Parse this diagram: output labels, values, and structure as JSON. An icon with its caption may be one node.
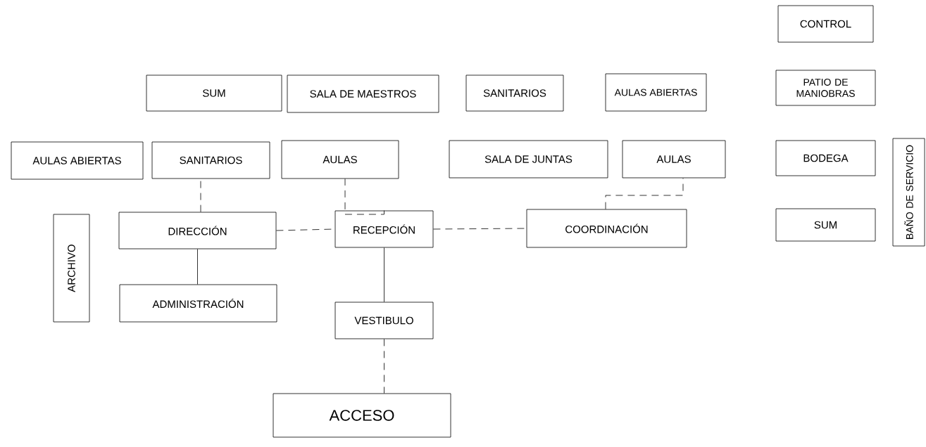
{
  "diagram": {
    "nodes": [
      {
        "text": [
          "CONTROL"
        ]
      },
      {
        "text": [
          "SUM"
        ]
      },
      {
        "text": [
          "SALA DE MAESTROS"
        ]
      },
      {
        "text": [
          "SANITARIOS"
        ]
      },
      {
        "text": [
          "AULAS ABIERTAS"
        ]
      },
      {
        "text": [
          "PATIO DE MANIOBRAS"
        ]
      },
      {
        "text": [
          "AULAS ABIERTAS"
        ]
      },
      {
        "text": [
          "SANITARIOS"
        ]
      },
      {
        "text": [
          "AULAS"
        ]
      },
      {
        "text": [
          "SALA DE JUNTAS"
        ]
      },
      {
        "text": [
          "AULAS"
        ]
      },
      {
        "text": [
          "BODEGA"
        ]
      },
      {
        "text": [
          "BAÑO DE SERVICIO"
        ]
      },
      {
        "text": [
          "ARCHIVO"
        ]
      },
      {
        "text": [
          "DIRECCIÓN"
        ]
      },
      {
        "text": [
          "RECEPCIÓN"
        ]
      },
      {
        "text": [
          "COORDINACIÓN"
        ]
      },
      {
        "text": [
          "SUM"
        ]
      },
      {
        "text": [
          "ADMINISTRACIÓN"
        ]
      },
      {
        "text": [
          "VESTIBULO"
        ]
      },
      {
        "text": [
          "ACCESO"
        ]
      }
    ],
    "edges": [
      {
        "from": 14,
        "to": 15,
        "arrow": "none",
        "style": "dashed"
      },
      {
        "from": 15,
        "to": 16,
        "arrow": "none",
        "style": "dashed"
      },
      {
        "from": 14,
        "to": 18,
        "arrow": "none"
      },
      {
        "from": 15,
        "to": 19,
        "arrow": "none"
      },
      {
        "from": 19,
        "to": 20,
        "arrow": "none",
        "style": "dashed"
      },
      {
        "from": 8,
        "to": 15,
        "arrow": "none",
        "style": "dashed"
      },
      {
        "from": 10,
        "to": 16,
        "arrow": "none",
        "style": "dashed"
      },
      {
        "from": 7,
        "to": 14,
        "arrow": "none",
        "style": "dashed"
      }
    ]
  }
}
